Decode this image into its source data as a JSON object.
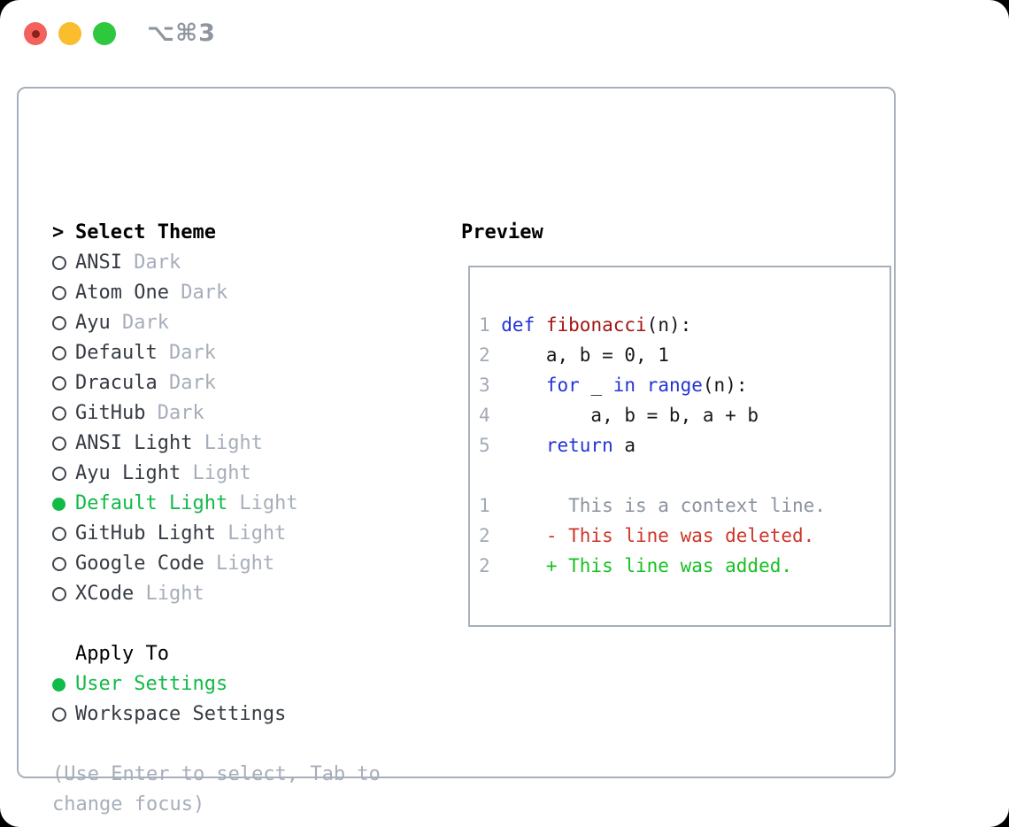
{
  "window": {
    "shortcut_label": "⌥⌘3"
  },
  "colors": {
    "traffic_red": "#f4615c",
    "traffic_red_dot": "#8c211c",
    "traffic_yellow": "#f9bd2e",
    "traffic_green": "#2dc83e",
    "border": "#a7b0ba",
    "fg": "#363b43",
    "muted": "#a6aeba",
    "muted_dark": "#8f969f",
    "radio_ring": "#41464e",
    "accent_green": "#12ba47",
    "line_number": "#a2aab6",
    "syn_keyword": "#2433d6",
    "syn_function": "#a31515",
    "code_plain": "#16181d",
    "diff_context": "#8b939e",
    "diff_deleted": "#ce3628",
    "diff_added": "#17c022"
  },
  "theme_panel": {
    "prompt": ">",
    "title": "Select Theme",
    "themes": [
      {
        "name": "ANSI",
        "variant": "Dark",
        "selected": false
      },
      {
        "name": "Atom One",
        "variant": "Dark",
        "selected": false
      },
      {
        "name": "Ayu",
        "variant": "Dark",
        "selected": false
      },
      {
        "name": "Default",
        "variant": "Dark",
        "selected": false
      },
      {
        "name": "Dracula",
        "variant": "Dark",
        "selected": false
      },
      {
        "name": "GitHub",
        "variant": "Dark",
        "selected": false
      },
      {
        "name": "ANSI Light",
        "variant": "Light",
        "selected": false
      },
      {
        "name": "Ayu Light",
        "variant": "Light",
        "selected": false
      },
      {
        "name": "Default Light",
        "variant": "Light",
        "selected": true
      },
      {
        "name": "GitHub Light",
        "variant": "Light",
        "selected": false
      },
      {
        "name": "Google Code",
        "variant": "Light",
        "selected": false
      },
      {
        "name": "XCode",
        "variant": "Light",
        "selected": false
      }
    ],
    "apply_to": {
      "title": "Apply To",
      "options": [
        {
          "label": "User Settings",
          "selected": true
        },
        {
          "label": "Workspace Settings",
          "selected": false
        }
      ]
    },
    "help_lines": [
      "(Use Enter to select, Tab to",
      "change focus)"
    ]
  },
  "preview": {
    "title": "Preview",
    "lines": [
      {
        "num": "1",
        "tokens": [
          {
            "t": "def",
            "c": "keyword"
          },
          {
            "t": " ",
            "c": "plain"
          },
          {
            "t": "fibonacci",
            "c": "function"
          },
          {
            "t": "(n):",
            "c": "plain"
          }
        ]
      },
      {
        "num": "2",
        "tokens": [
          {
            "t": "    a, b = 0, 1",
            "c": "plain"
          }
        ]
      },
      {
        "num": "3",
        "tokens": [
          {
            "t": "    ",
            "c": "plain"
          },
          {
            "t": "for",
            "c": "keyword"
          },
          {
            "t": " _ ",
            "c": "plain"
          },
          {
            "t": "in",
            "c": "keyword"
          },
          {
            "t": " ",
            "c": "plain"
          },
          {
            "t": "range",
            "c": "keyword"
          },
          {
            "t": "(n):",
            "c": "plain"
          }
        ]
      },
      {
        "num": "4",
        "tokens": [
          {
            "t": "        a, b = b, a + b",
            "c": "plain"
          }
        ]
      },
      {
        "num": "5",
        "tokens": [
          {
            "t": "    ",
            "c": "plain"
          },
          {
            "t": "return",
            "c": "keyword"
          },
          {
            "t": " a",
            "c": "plain"
          }
        ]
      },
      {
        "num": "",
        "tokens": []
      },
      {
        "num": "1",
        "tokens": [
          {
            "t": "      This is a context line.",
            "c": "context"
          }
        ]
      },
      {
        "num": "2",
        "tokens": [
          {
            "t": "    - This line was deleted.",
            "c": "deleted"
          }
        ]
      },
      {
        "num": "2",
        "tokens": [
          {
            "t": "    + This line was added.",
            "c": "added"
          }
        ]
      }
    ]
  }
}
